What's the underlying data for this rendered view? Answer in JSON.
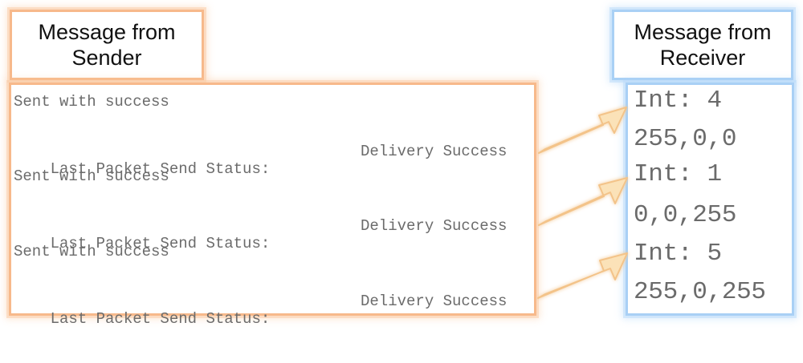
{
  "sender": {
    "header_line1": "Message from",
    "header_line2": "Sender",
    "lines": [
      "Sent with success",
      "Last Packet Send Status:",
      "Sent with success",
      "Last Packet Send Status:",
      "Sent with success",
      "Last Packet Send Status:"
    ],
    "status_value": "Delivery Success"
  },
  "receiver": {
    "header_line1": "Message from",
    "header_line2": "Receiver",
    "lines": [
      "Int: 4",
      "255,0,0",
      "Int: 1",
      "0,0,255",
      "Int: 5",
      "255,0,255"
    ]
  },
  "colors": {
    "sender_border": "#f7b98b",
    "receiver_border": "#a9d0f5",
    "arrow_fill": "#fbe2b8",
    "log_text": "#6b6b6b"
  },
  "icons": {
    "connector": "arrow-right-icon"
  }
}
